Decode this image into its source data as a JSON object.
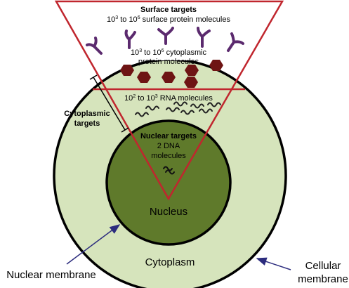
{
  "labels": {
    "surface_title": "Surface targets",
    "surface_base": "10",
    "surface_exp1": "3",
    "surface_to": " to 10",
    "surface_exp2": "6",
    "surface_rest": " surface protein molecules",
    "cyto_base": "10",
    "cyto_exp1": "3",
    "cyto_to": " to 10",
    "cyto_exp2": "6",
    "cyto_rest": " cytoplasmic",
    "cyto_line2": "protein molecules",
    "rna_base": "10",
    "rna_exp1": "2",
    "rna_to": " to 10",
    "rna_exp2": "3",
    "rna_rest": " RNA molecules",
    "cytoplasmic_targets_1": "Cytoplasmic",
    "cytoplasmic_targets_2": "targets",
    "nuclear_targets": "Nuclear targets",
    "dna_line1": "2 DNA",
    "dna_line2": "molecules",
    "nucleus": "Nucleus",
    "cytoplasm": "Cytoplasm",
    "nuclear_membrane": "Nuclear membrane",
    "cellular_membrane_1": "Cellular",
    "cellular_membrane_2": "membrane"
  },
  "colors": {
    "cytoplasm": "#d6e4bc",
    "nucleus": "#5f7a2b",
    "triangle": "#c0262e",
    "receptor": "#5b2a6e",
    "protein": "#6e1414",
    "arrow": "#2c2c7e"
  }
}
